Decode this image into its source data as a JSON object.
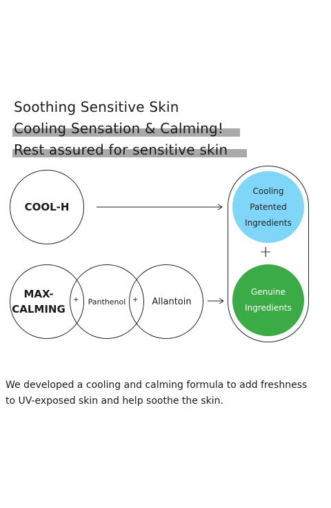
{
  "headline": {
    "line1": "Soothing Sensitive Skin",
    "line2": "Cooling Sensation & Calming!",
    "line3": "Rest assured for sensitive skin"
  },
  "circles": {
    "cool_h": "COOL-H",
    "max_line1": "MAX-",
    "max_line2": "CALMING",
    "panthenol": "Panthenol",
    "allantoin": "Allantoin",
    "plus": "+"
  },
  "capsule": {
    "top_line1": "Cooling",
    "top_line2": "Patented",
    "top_line3": "Ingredients",
    "plus": "+",
    "bottom_line1": "Genuine",
    "bottom_line2": "Ingredients"
  },
  "paragraph": {
    "line1": "We developed a cooling and calming formula to add freshness",
    "line2": "to UV-exposed skin and help soothe the skin."
  },
  "colors": {
    "cooling_circle": "#7fd6f8",
    "genuine_circle": "#3bab45",
    "highlight_bar": "#a9a9a9"
  }
}
